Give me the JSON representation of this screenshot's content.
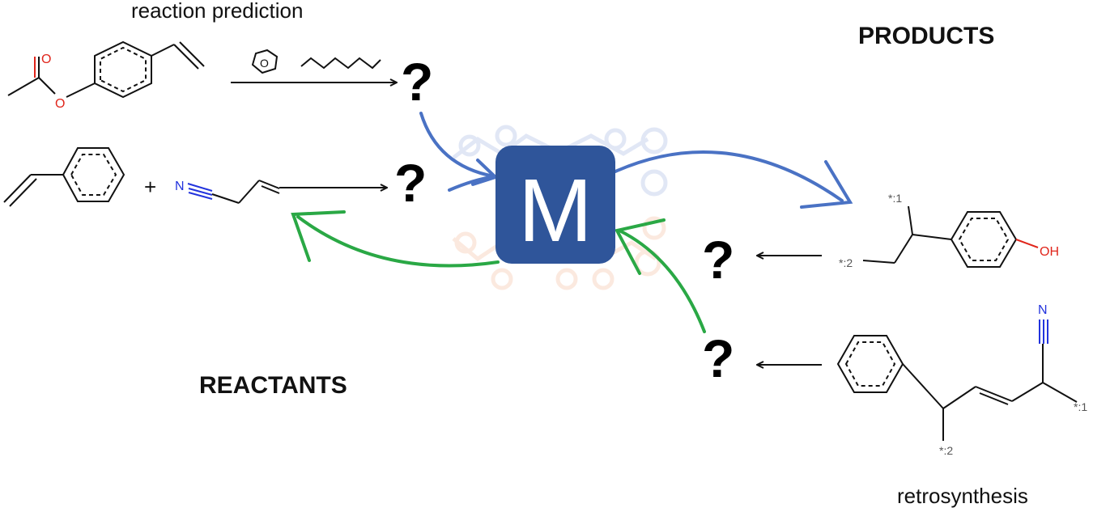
{
  "captions": {
    "reaction_prediction": "reaction prediction",
    "products": "PRODUCTS",
    "reactants": "REACTANTS",
    "retrosynthesis": "retrosynthesis"
  },
  "model_badge": {
    "letter": "M",
    "color": "#2f559a"
  },
  "question_mark": "?",
  "plus_sign": "+",
  "atoms": {
    "oxygen": "O",
    "nitrogen": "N",
    "hydroxyl": "OH",
    "attach_1": "*:1",
    "attach_2": "*:2"
  },
  "colors": {
    "forward_arrow": "#4a72c4",
    "reverse_arrow": "#2aa845",
    "oxygen": "#e0251b",
    "nitrogen": "#2233dd",
    "attach_point": "#555555",
    "bond": "#111111"
  }
}
